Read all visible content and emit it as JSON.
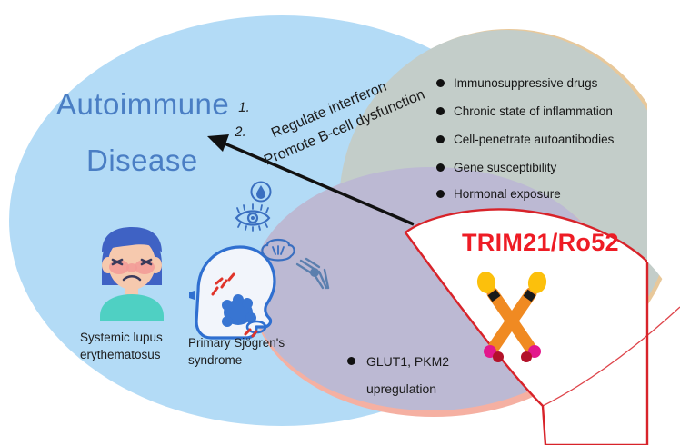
{
  "figure": {
    "title_line1": "Autoimmune",
    "title_line2": "Disease"
  },
  "arrow": {
    "num1": "1.",
    "num2": "2.",
    "text1": "Regulate  interferon",
    "text2": "Promote B-cell dysfunction"
  },
  "risk_factors": {
    "items": [
      "Immunosuppressive drugs",
      "Chronic state of inflammation",
      "Cell-penetrate autoantibodies",
      "Gene susceptibility",
      "Hormonal exposure"
    ]
  },
  "protein": {
    "label": "TRIM21/Ro52"
  },
  "metabolism": {
    "line1": "GLUT1, PKM2",
    "line2": "upregulation"
  },
  "diseases": [
    {
      "name": "disease-sle",
      "line1": "Systemic lupus",
      "line2": "erythematosus",
      "icon": "woman-butterfly-rash-icon"
    },
    {
      "name": "disease-pss",
      "line1": "Primary Sjögren's",
      "line2": "syndrome",
      "icon": "head-salivary-gland-icon"
    }
  ],
  "icons": [
    {
      "name": "dry-eye-drop-icon"
    },
    {
      "name": "eye-icon"
    },
    {
      "name": "dry-mouth-icon"
    },
    {
      "name": "joint-pain-icon"
    }
  ],
  "colors": {
    "autoimmune_ellipse": "#b3dbf6",
    "risk_ellipse": "#c3cdc9",
    "risk_ellipse_border": "#e8c89a",
    "metabolism_ellipse": "#bcb9d3",
    "metabolism_ellipse_border": "#f5b0a2",
    "wedge_fill": "#ffffff",
    "wedge_border": "#d8232a",
    "title_blue": "#4a7ec4",
    "protein_red": "#ee1c25",
    "molecule_orange": "#f08a22",
    "molecule_yellow": "#fcc00c",
    "molecule_magenta": "#e3188c",
    "molecule_darkred": "#b3122a",
    "text_dark": "#161616"
  }
}
